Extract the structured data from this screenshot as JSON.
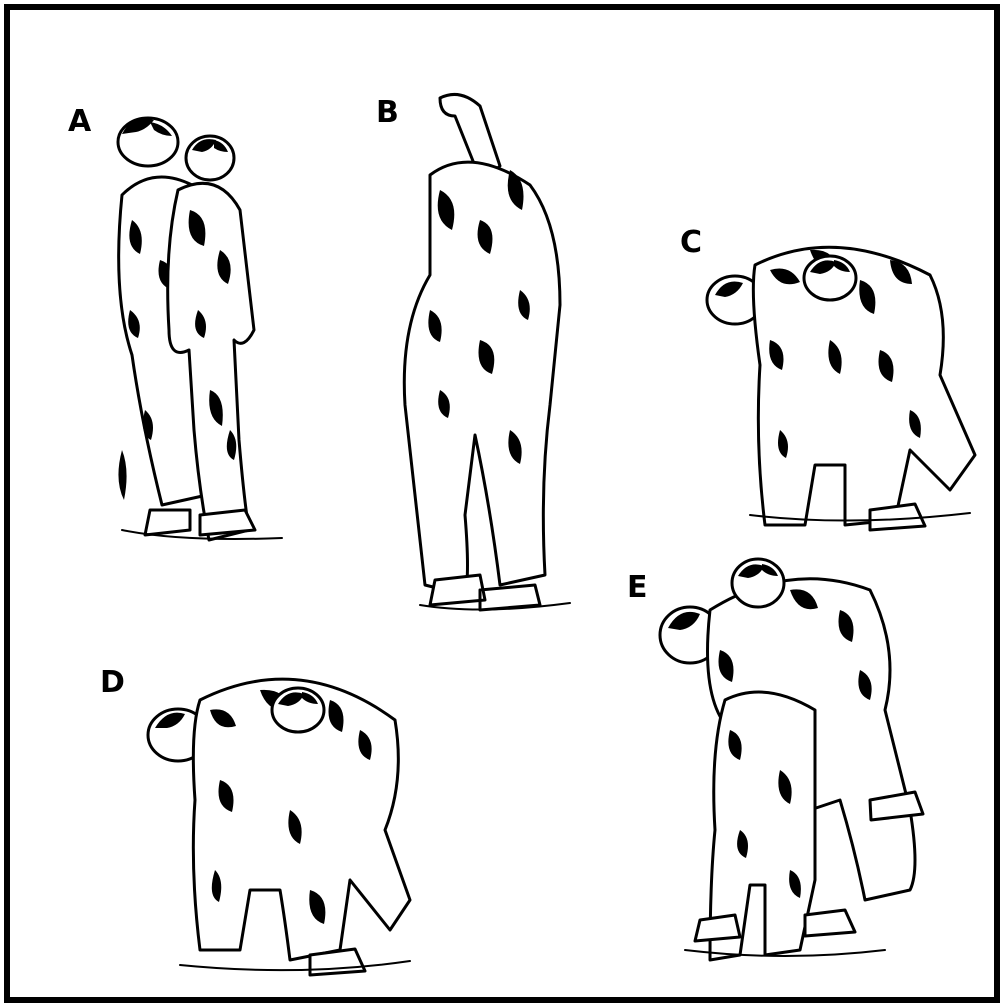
{
  "figure": {
    "panels": [
      {
        "label": "A"
      },
      {
        "label": "B"
      },
      {
        "label": "C"
      },
      {
        "label": "D"
      },
      {
        "label": "E"
      }
    ]
  }
}
